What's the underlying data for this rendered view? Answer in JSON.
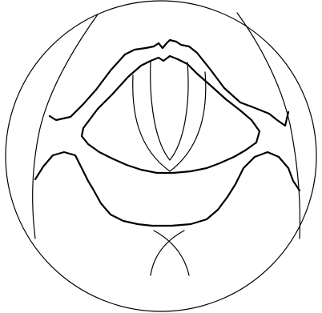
{
  "diagram": {
    "subject": "",
    "colors": {
      "background": "#ffffff",
      "stroke": "#000000"
    },
    "parts": [
      "outer-circle",
      "left-side-wall",
      "right-side-wall",
      "upper-arch",
      "inner-opening",
      "central-tongue-shape",
      "lower-band",
      "bottom-crossing-curves"
    ]
  }
}
